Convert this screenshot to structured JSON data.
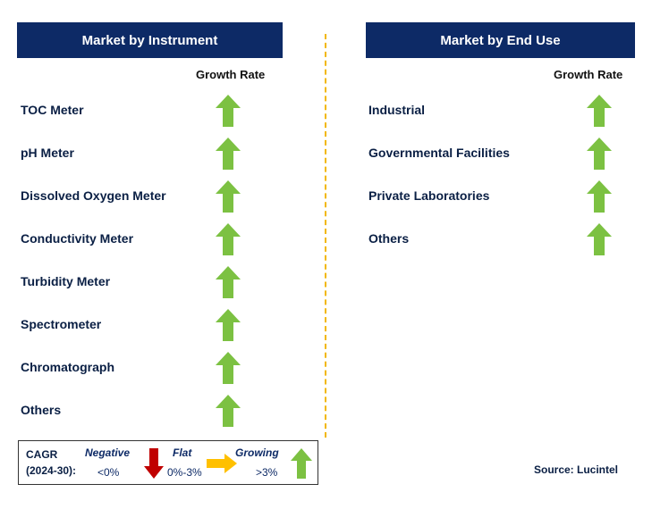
{
  "left_panel": {
    "title": "Market by Instrument",
    "growth_label": "Growth Rate",
    "items": [
      {
        "label": "TOC Meter",
        "trend": "growing"
      },
      {
        "label": "pH Meter",
        "trend": "growing"
      },
      {
        "label": "Dissolved Oxygen Meter",
        "trend": "growing"
      },
      {
        "label": "Conductivity Meter",
        "trend": "growing"
      },
      {
        "label": "Turbidity Meter",
        "trend": "growing"
      },
      {
        "label": "Spectrometer",
        "trend": "growing"
      },
      {
        "label": "Chromatograph",
        "trend": "growing"
      },
      {
        "label": "Others",
        "trend": "growing"
      }
    ]
  },
  "right_panel": {
    "title": "Market by End Use",
    "growth_label": "Growth Rate",
    "items": [
      {
        "label": "Industrial",
        "trend": "growing"
      },
      {
        "label": "Governmental Facilities",
        "trend": "growing"
      },
      {
        "label": "Private Laboratories",
        "trend": "growing"
      },
      {
        "label": "Others",
        "trend": "growing"
      }
    ]
  },
  "legend": {
    "cagr_line1": "CAGR",
    "cagr_line2": "(2024-30):",
    "negative_label": "Negative",
    "negative_range": "<0%",
    "flat_label": "Flat",
    "flat_range": "0%-3%",
    "growing_label": "Growing",
    "growing_range": ">3%"
  },
  "source": "Source: Lucintel",
  "colors": {
    "header_bg": "#0d2a66",
    "growing": "#7cc142",
    "negative": "#c00000",
    "flat": "#ffc000",
    "divider": "#f2b705"
  }
}
